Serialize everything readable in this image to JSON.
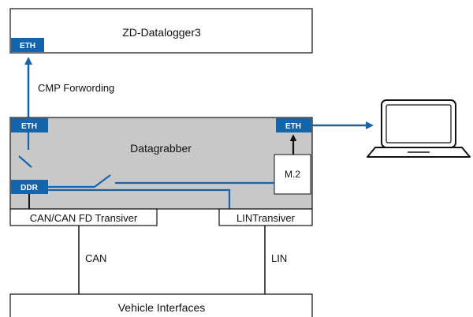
{
  "blocks": {
    "datalogger": "ZD-Datalogger3",
    "datagrabber": "Datagrabber",
    "m2": "M.2",
    "can_transceiver": "CAN/CAN FD Transiver",
    "lin_transceiver": "LINTransiver",
    "vehicle_interfaces": "Vehicle Interfaces"
  },
  "ports": {
    "logger_eth": "ETH",
    "grabber_eth_left": "ETH",
    "grabber_eth_right": "ETH",
    "ddr": "DDR"
  },
  "edges": {
    "cmp_forwarding": "CMP Forwording",
    "can": "CAN",
    "lin": "LIN"
  },
  "icons": {
    "laptop": "laptop-icon"
  },
  "colors": {
    "accent_blue": "#1565ad",
    "grabber_fill": "#c8c8c8",
    "line": "#111111"
  }
}
